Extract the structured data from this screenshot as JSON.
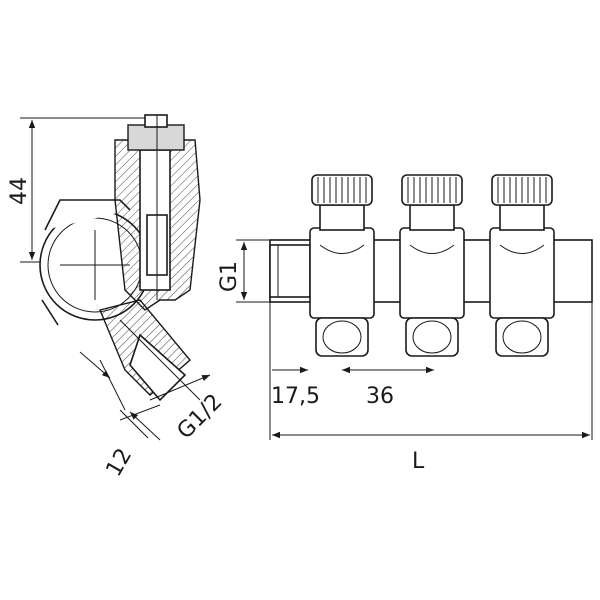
{
  "dimensions": {
    "height_44": "44",
    "thread_g1": "G1",
    "offset_17_5": "17,5",
    "pitch_36": "36",
    "length_l": "L",
    "thread_g1_2": "G1/2",
    "depth_12": "12"
  }
}
